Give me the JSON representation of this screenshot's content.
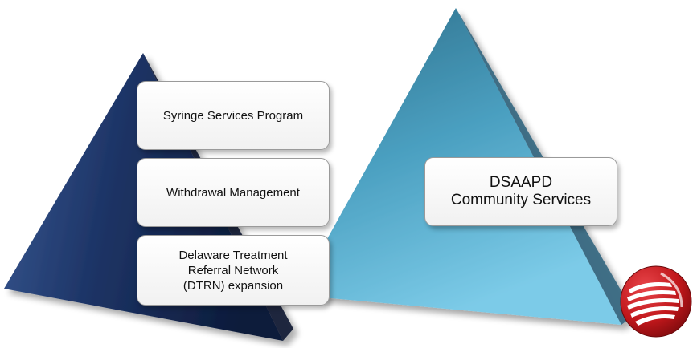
{
  "left_pyramid": {
    "color": "#1b2f5c",
    "items": [
      {
        "label": "Syringe Services Program"
      },
      {
        "label": "Withdrawal Management"
      },
      {
        "label": "Delaware Treatment\nReferral Network\n(DTRN) expansion"
      }
    ]
  },
  "right_pyramid": {
    "color": "#4ea8c8",
    "label": "DSAAPD\nCommunity Services"
  },
  "logo": {
    "icon": "dhss-logo",
    "color": "#c0171b"
  }
}
